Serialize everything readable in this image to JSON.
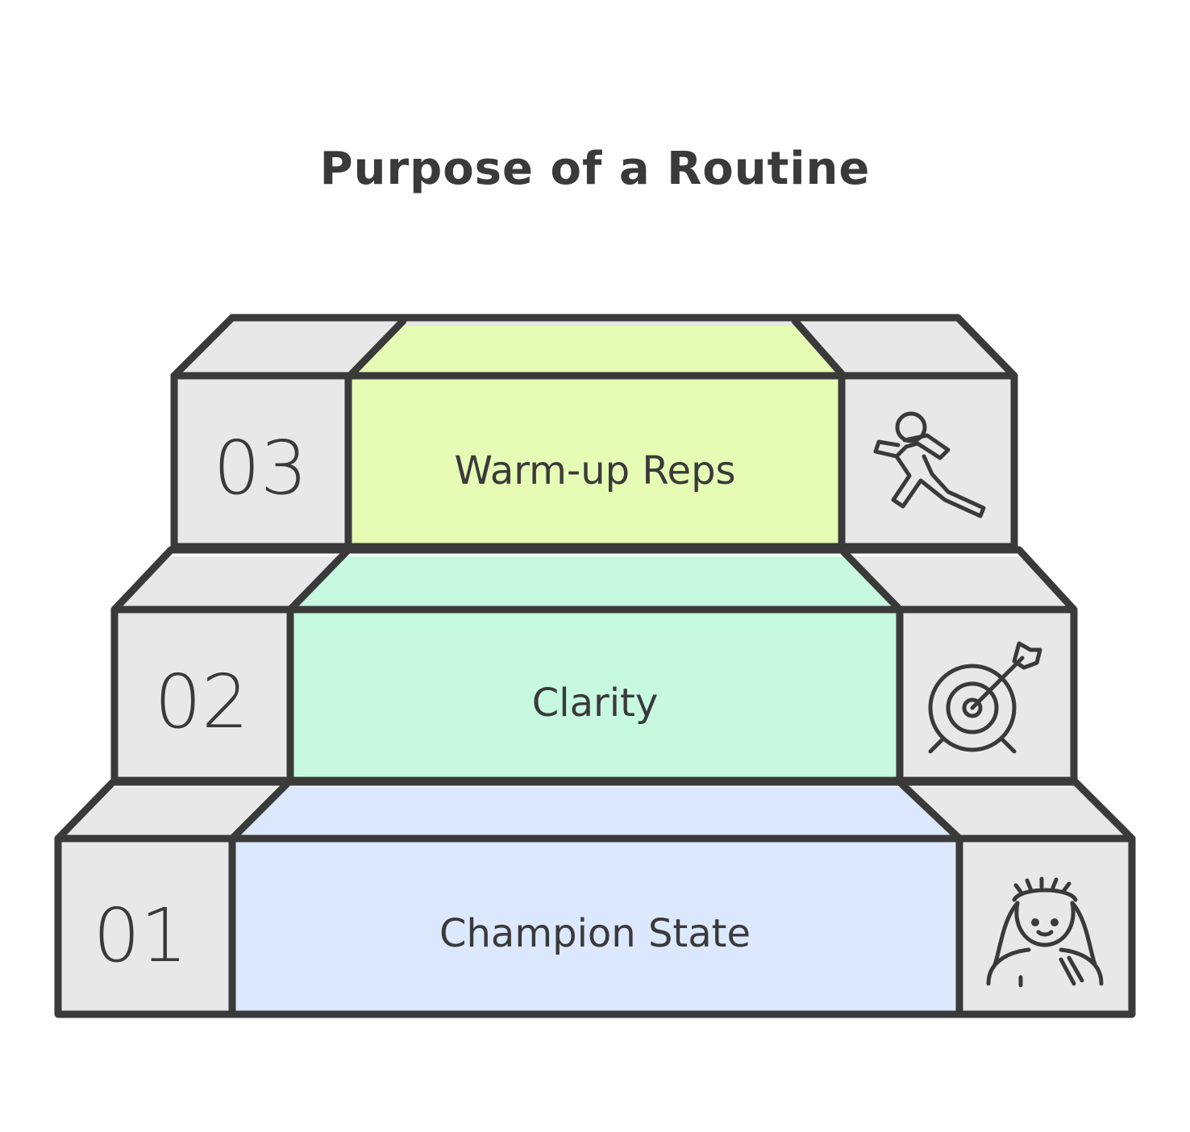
{
  "title": "Purpose of a Routine",
  "colors": {
    "outline": "#3a3a3a",
    "side_fill": "#e8e8e8",
    "step3_fill": "#e6fbb4",
    "step2_fill": "#c7f9e1",
    "step1_fill": "#dbe8fd"
  },
  "steps": [
    {
      "number": "03",
      "label": "Warm-up Reps",
      "icon": "running-person-icon"
    },
    {
      "number": "02",
      "label": "Clarity",
      "icon": "target-arrow-icon"
    },
    {
      "number": "01",
      "label": "Champion State",
      "icon": "laurel-champion-icon"
    }
  ]
}
